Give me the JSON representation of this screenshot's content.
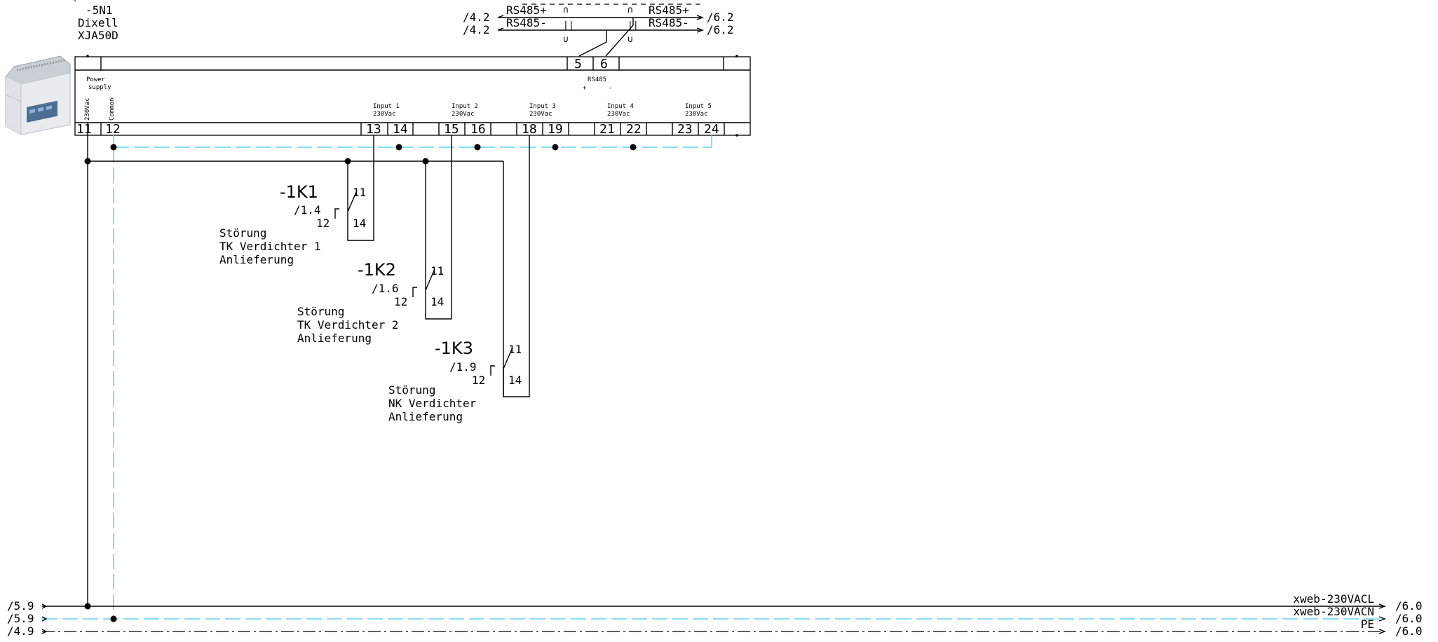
{
  "device": {
    "tag": "-5N1",
    "vendor": "Dixell",
    "model": "XJA50D",
    "power_label_1": "Power",
    "power_label_2": "supply",
    "voltage_230": "230Vac",
    "common": "Common",
    "rs485": "RS485",
    "rs485_plus": "+",
    "rs485_minus": "-",
    "terminals": [
      "11",
      "12",
      "13",
      "14",
      "15",
      "16",
      "18",
      "19",
      "21",
      "22",
      "23",
      "24",
      "5",
      "6"
    ],
    "inputs": [
      {
        "name": "Input 1",
        "voltage": "230Vac"
      },
      {
        "name": "Input 2",
        "voltage": "230Vac"
      },
      {
        "name": "Input 3",
        "voltage": "230Vac"
      },
      {
        "name": "Input 4",
        "voltage": "230Vac"
      },
      {
        "name": "Input 5",
        "voltage": "230Vac"
      }
    ]
  },
  "bus": {
    "left_refs": [
      "/4.2",
      "/4.2"
    ],
    "right_refs": [
      "/6.2",
      "/6.2"
    ],
    "labels": [
      "RS485+",
      "RS485-",
      "RS485+",
      "RS485-"
    ]
  },
  "relays": [
    {
      "tag": "-1K1",
      "ref": "/1.4",
      "pin_common": "11",
      "pin_nc": "12",
      "pin_no": "14",
      "desc": [
        "Störung",
        "TK Verdichter 1",
        "Anlieferung"
      ]
    },
    {
      "tag": "-1K2",
      "ref": "/1.6",
      "pin_common": "11",
      "pin_nc": "12",
      "pin_no": "14",
      "desc": [
        "Störung",
        "TK Verdichter 2",
        "Anlieferung"
      ]
    },
    {
      "tag": "-1K3",
      "ref": "/1.9",
      "pin_common": "11",
      "pin_nc": "12",
      "pin_no": "14",
      "desc": [
        "Störung",
        "NK Verdichter",
        "Anlieferung"
      ]
    }
  ],
  "supply": {
    "left_refs": [
      "/5.9",
      "/5.9",
      "/4.9"
    ],
    "right_refs": [
      "/6.0",
      "/6.0",
      "/6.0"
    ],
    "names": [
      "xweb-230VACL",
      "xweb-230VACN",
      "PE"
    ]
  },
  "colors": {
    "line": "#000000",
    "neutral": "#5fd7ee",
    "device_gray": "#d8dde2",
    "device_blue": "#4d6f93"
  }
}
